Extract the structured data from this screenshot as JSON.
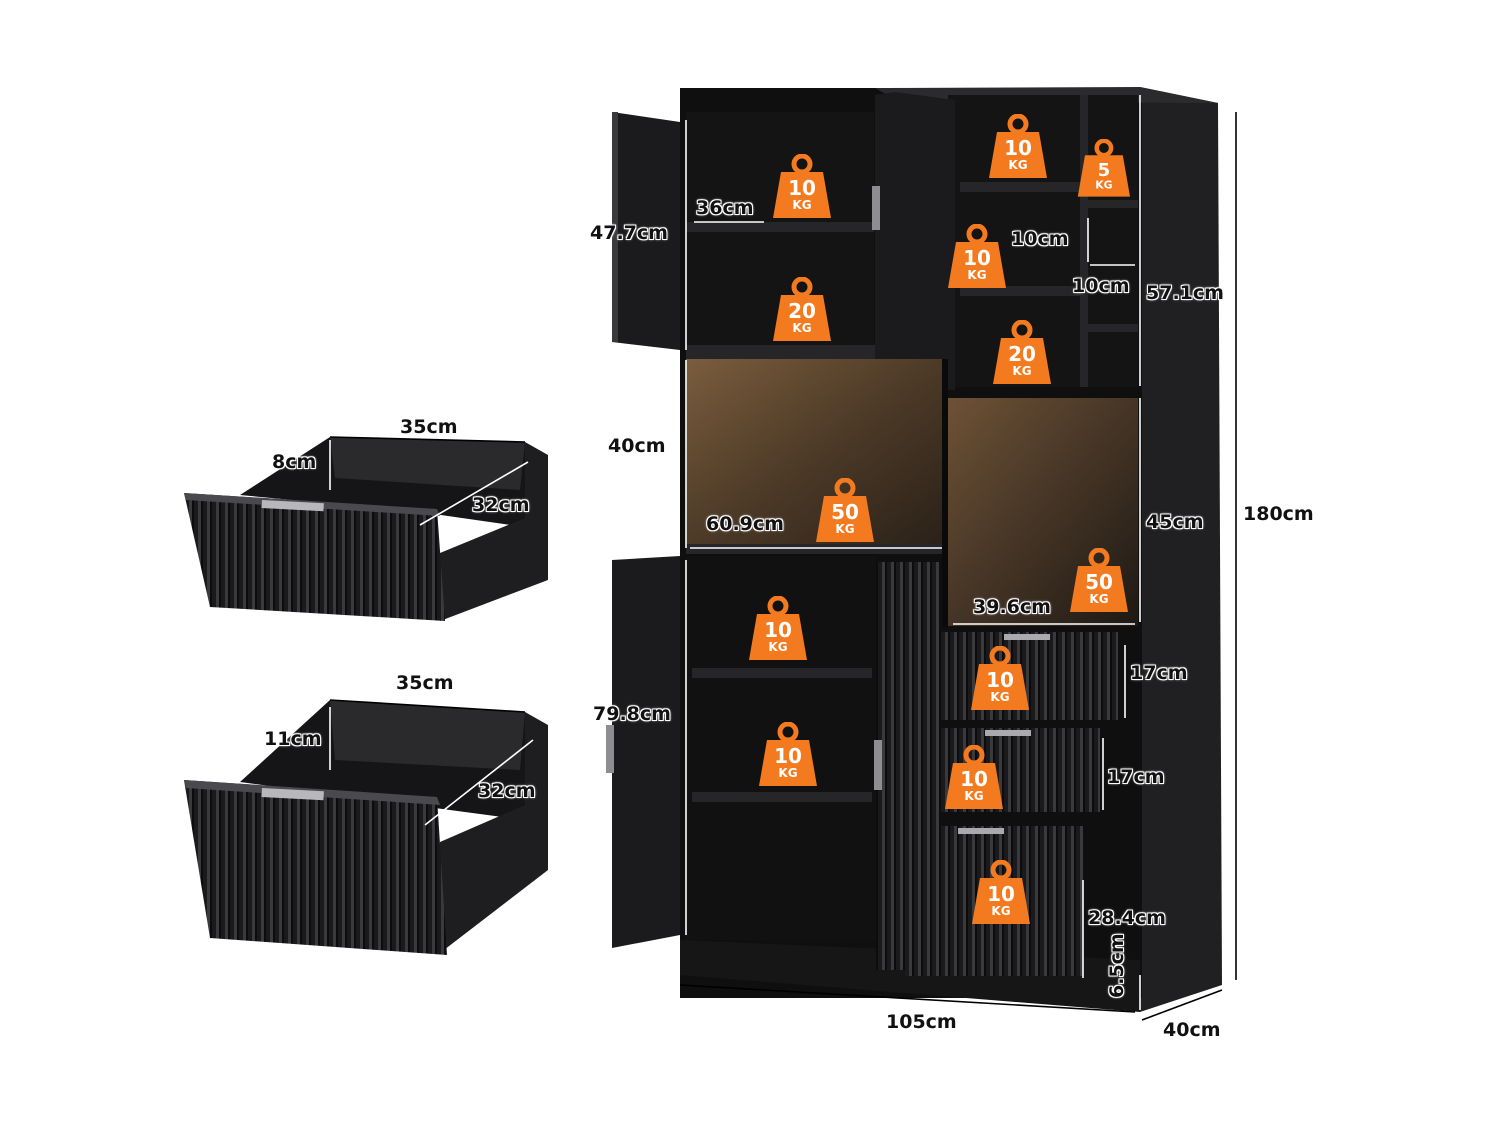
{
  "drawer_top": {
    "width": "35cm",
    "height": "8cm",
    "depth": "32cm"
  },
  "drawer_bottom": {
    "width": "35cm",
    "height": "11cm",
    "depth": "32cm"
  },
  "cabinet": {
    "upper_left_height": "47.7cm",
    "upper_left_shelf_width": "36cm",
    "middle_left_height": "40cm",
    "middle_width": "60.9cm",
    "lower_left_height": "79.8cm",
    "small_niche_height": "10cm",
    "small_niche_width": "10cm",
    "upper_right_height": "57.1cm",
    "middle_right_height": "45cm",
    "right_bay_width": "39.6cm",
    "drawer_1_height": "17cm",
    "drawer_2_height": "17cm",
    "drawer_3_height": "28.4cm",
    "plinth_height": "6.5cm",
    "total_height": "180cm",
    "total_width": "105cm",
    "total_depth": "40cm"
  },
  "load_unit": "KG",
  "loads": {
    "ul_shelf_1": "10",
    "ul_shelf_2": "20",
    "ur_shelf_1": "10",
    "ur_niche": "5",
    "ur_shelf_2": "10",
    "ur_shelf_3": "20",
    "mid_left": "50",
    "mid_right": "50",
    "ll_shelf_1": "10",
    "ll_shelf_2": "10",
    "drawer_1": "10",
    "drawer_2": "10",
    "drawer_3": "10"
  },
  "colors": {
    "weight_badge": "#F47A1F",
    "furniture": "#1d1d1f",
    "light_glow": "#6b5236"
  }
}
